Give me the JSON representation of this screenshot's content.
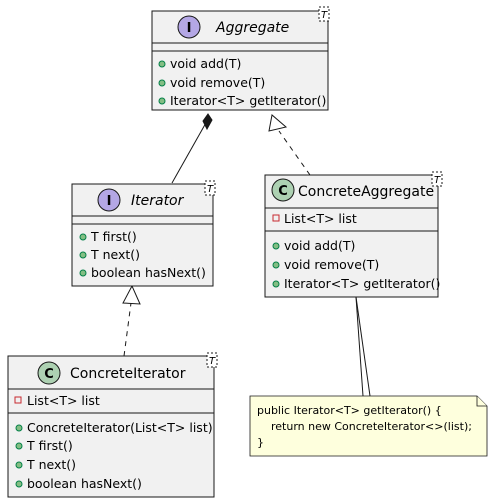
{
  "classes": {
    "aggregate": {
      "stereotype": "I",
      "name": "Aggregate",
      "tparam": "T",
      "methods": [
        "void add(T)",
        "void remove(T)",
        "Iterator<T> getIterator()"
      ]
    },
    "iterator": {
      "stereotype": "I",
      "name": "Iterator",
      "tparam": "T",
      "methods": [
        "T first()",
        "T next()",
        "boolean hasNext()"
      ]
    },
    "concrete_aggregate": {
      "stereotype": "C",
      "name": "ConcreteAggregate",
      "tparam": "T",
      "fields": [
        "List<T> list"
      ],
      "methods": [
        "void add(T)",
        "void remove(T)",
        "Iterator<T> getIterator()"
      ]
    },
    "concrete_iterator": {
      "stereotype": "C",
      "name": "ConcreteIterator",
      "tparam": "T",
      "fields": [
        "List<T> list"
      ],
      "methods": [
        "ConcreteIterator(List<T> list)",
        "T first()",
        "T next()",
        "boolean hasNext()"
      ]
    }
  },
  "note": {
    "lines": [
      "public Iterator<T> getIterator() {",
      "    return new ConcreteIterator<>(list);",
      "}"
    ]
  },
  "colors": {
    "box_fill": "#f1f1f1",
    "interface_badge": "#b4a7e5",
    "class_badge": "#add1b2",
    "note_fill": "#feffdd"
  }
}
